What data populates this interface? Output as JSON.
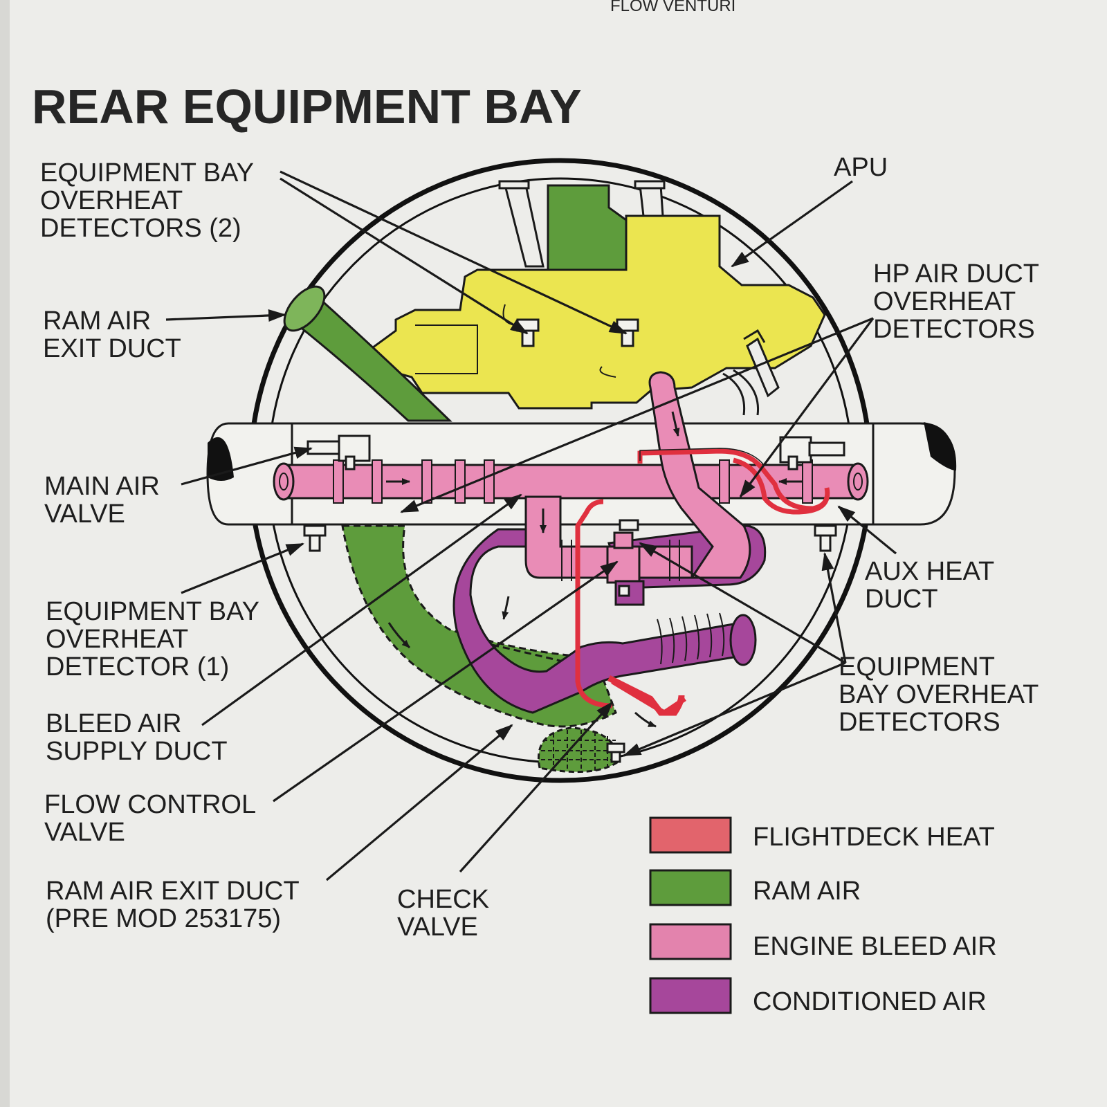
{
  "top_cut_text": "FLOW VENTURI",
  "title": "REAR EQUIPMENT BAY",
  "labels": {
    "equip_bay_overheat_2": [
      "EQUIPMENT BAY",
      "OVERHEAT",
      "DETECTORS (2)"
    ],
    "ram_air_exit_duct": [
      "RAM AIR",
      "EXIT DUCT"
    ],
    "main_air_valve": [
      "MAIN AIR",
      "VALVE"
    ],
    "equip_bay_overheat_1": [
      "EQUIPMENT BAY",
      "OVERHEAT",
      "DETECTOR (1)"
    ],
    "bleed_air_supply_duct": [
      "BLEED AIR",
      "SUPPLY DUCT"
    ],
    "flow_control_valve": [
      "FLOW CONTROL",
      "VALVE"
    ],
    "ram_air_exit_duct_premod": [
      "RAM AIR EXIT DUCT",
      "(PRE MOD 253175)"
    ],
    "check_valve": [
      "CHECK",
      "VALVE"
    ],
    "apu": [
      "APU"
    ],
    "hp_air_duct_overheat": [
      "HP AIR DUCT",
      "OVERHEAT",
      "DETECTORS"
    ],
    "aux_heat_duct": [
      "AUX HEAT",
      "DUCT"
    ],
    "equip_bay_overheat_right": [
      "EQUIPMENT",
      "BAY OVERHEAT",
      "DETECTORS"
    ]
  },
  "legend": [
    {
      "label": "FLIGHTDECK HEAT",
      "color": "#e2646c"
    },
    {
      "label": "RAM AIR",
      "color": "#5e9c3c"
    },
    {
      "label": "ENGINE BLEED AIR",
      "color": "#e383ad"
    },
    {
      "label": "CONDITIONED AIR",
      "color": "#a6479b"
    }
  ],
  "colors": {
    "apu": "#ebe550",
    "ram_air": "#5e9c3c",
    "bleed_air": "#e98cb6",
    "conditioned_air": "#a6479b",
    "flightdeck_heat": "#e0303f"
  }
}
